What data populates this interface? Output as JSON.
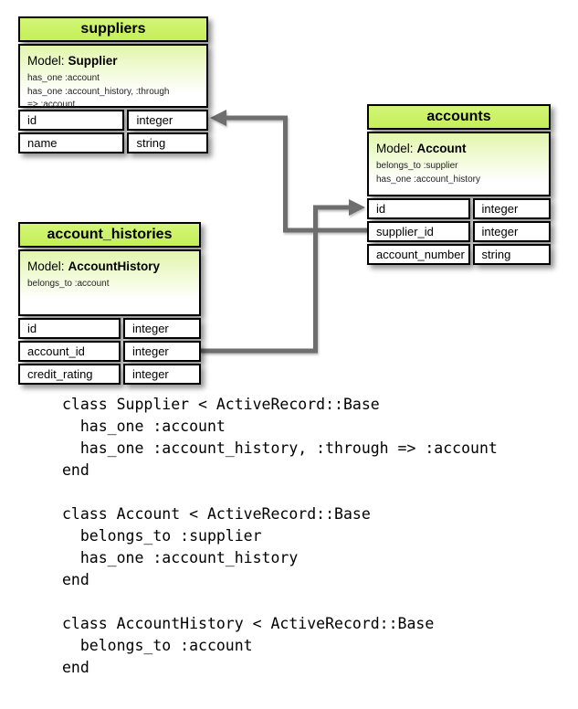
{
  "diagram": {
    "colors": {
      "header_green": "#c6f163",
      "model_gradient_top": "#e2f6ad",
      "border_black": "#000000",
      "arrow_gray": "#6e6e6e"
    },
    "tables": {
      "suppliers": {
        "title": "suppliers",
        "model_label": "Model:",
        "model_name": "Supplier",
        "associations": [
          "has_one :account",
          "has_one :account_history, :through",
          "=> :account"
        ],
        "rows": [
          {
            "field": "id",
            "type": "integer"
          },
          {
            "field": "name",
            "type": "string"
          }
        ]
      },
      "accounts": {
        "title": "accounts",
        "model_label": "Model:",
        "model_name": "Account",
        "associations": [
          "belongs_to :supplier",
          "has_one :account_history"
        ],
        "rows": [
          {
            "field": "id",
            "type": "integer"
          },
          {
            "field": "supplier_id",
            "type": "integer"
          },
          {
            "field": "account_number",
            "type": "string"
          }
        ]
      },
      "account_histories": {
        "title": "account_histories",
        "model_label": "Model:",
        "model_name": "AccountHistory",
        "associations": [
          "belongs_to :account"
        ],
        "rows": [
          {
            "field": "id",
            "type": "integer"
          },
          {
            "field": "account_id",
            "type": "integer"
          },
          {
            "field": "credit_rating",
            "type": "integer"
          }
        ]
      }
    },
    "relationships": [
      {
        "from": "accounts.supplier_id",
        "to": "suppliers.id"
      },
      {
        "from": "account_histories.account_id",
        "to": "accounts.id"
      }
    ]
  },
  "code": {
    "blocks": [
      {
        "lines": [
          "class Supplier < ActiveRecord::Base",
          "  has_one :account",
          "  has_one :account_history, :through => :account",
          "end"
        ]
      },
      {
        "lines": [
          "class Account < ActiveRecord::Base",
          "  belongs_to :supplier",
          "  has_one :account_history",
          "end"
        ]
      },
      {
        "lines": [
          "class AccountHistory < ActiveRecord::Base",
          "  belongs_to :account",
          "end"
        ]
      }
    ]
  }
}
